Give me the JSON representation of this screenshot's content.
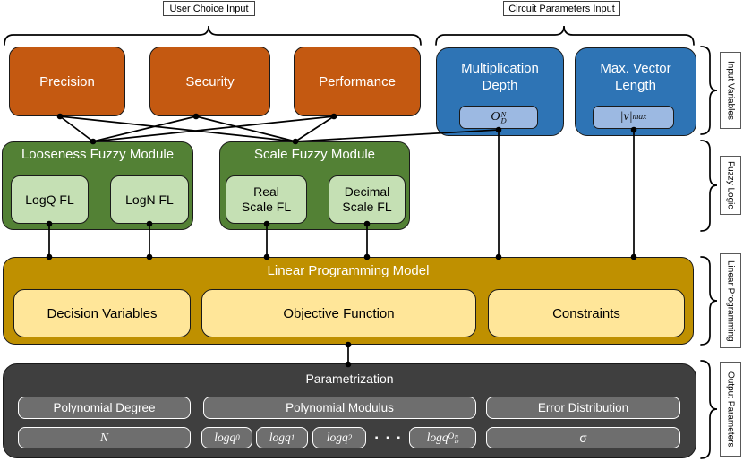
{
  "top_labels": {
    "user_choice": "User Choice Input",
    "circuit_params": "Circuit Parameters Input"
  },
  "input_variables": {
    "user_boxes": [
      "Precision",
      "Security",
      "Performance"
    ],
    "circuit_boxes": [
      {
        "line1": "Multiplication",
        "line2": "Depth",
        "badge": {
          "base": "O",
          "sup": "N",
          "sub": "D"
        }
      },
      {
        "line1": "Max. Vector",
        "line2": "Length",
        "badge": {
          "base": "|v|",
          "sub": "max"
        }
      }
    ]
  },
  "fuzzy": {
    "looseness": {
      "title": "Looseness Fuzzy Module",
      "items": [
        "LogQ FL",
        "LogN FL"
      ]
    },
    "scale": {
      "title": "Scale Fuzzy Module",
      "items": [
        {
          "line1": "Real",
          "line2": "Scale FL"
        },
        {
          "line1": "Decimal",
          "line2": "Scale FL"
        }
      ]
    }
  },
  "linear_programming": {
    "title": "Linear Programming Model",
    "items": [
      "Decision Variables",
      "Objective Function",
      "Constraints"
    ]
  },
  "parametrization": {
    "title": "Parametrization",
    "groups": [
      "Polynomial Degree",
      "Polynomial Modulus",
      "Error Distribution"
    ],
    "values": {
      "n": "N",
      "logq_base": "logq",
      "logq_subs": [
        "0",
        "1",
        "2"
      ],
      "logq_last_sub": {
        "base": "O",
        "sup": "N",
        "sub": "D"
      },
      "dots": "▪ ▪ ▪",
      "sigma": "σ"
    }
  },
  "side_labels": [
    "Input Variables",
    "Fuzzy Logic",
    "Linear Programming",
    "Output Parameters"
  ],
  "colors": {
    "orange": "#C45911",
    "blue": "#2E74B5",
    "badge_blue": "#9CB9E2",
    "green_dark": "#538135",
    "green_light": "#C5E0B4",
    "gold": "#BF9000",
    "yellow_light": "#FFE699",
    "gray_dark": "#3F3F3F",
    "gray_mid": "#6E6E6E"
  }
}
